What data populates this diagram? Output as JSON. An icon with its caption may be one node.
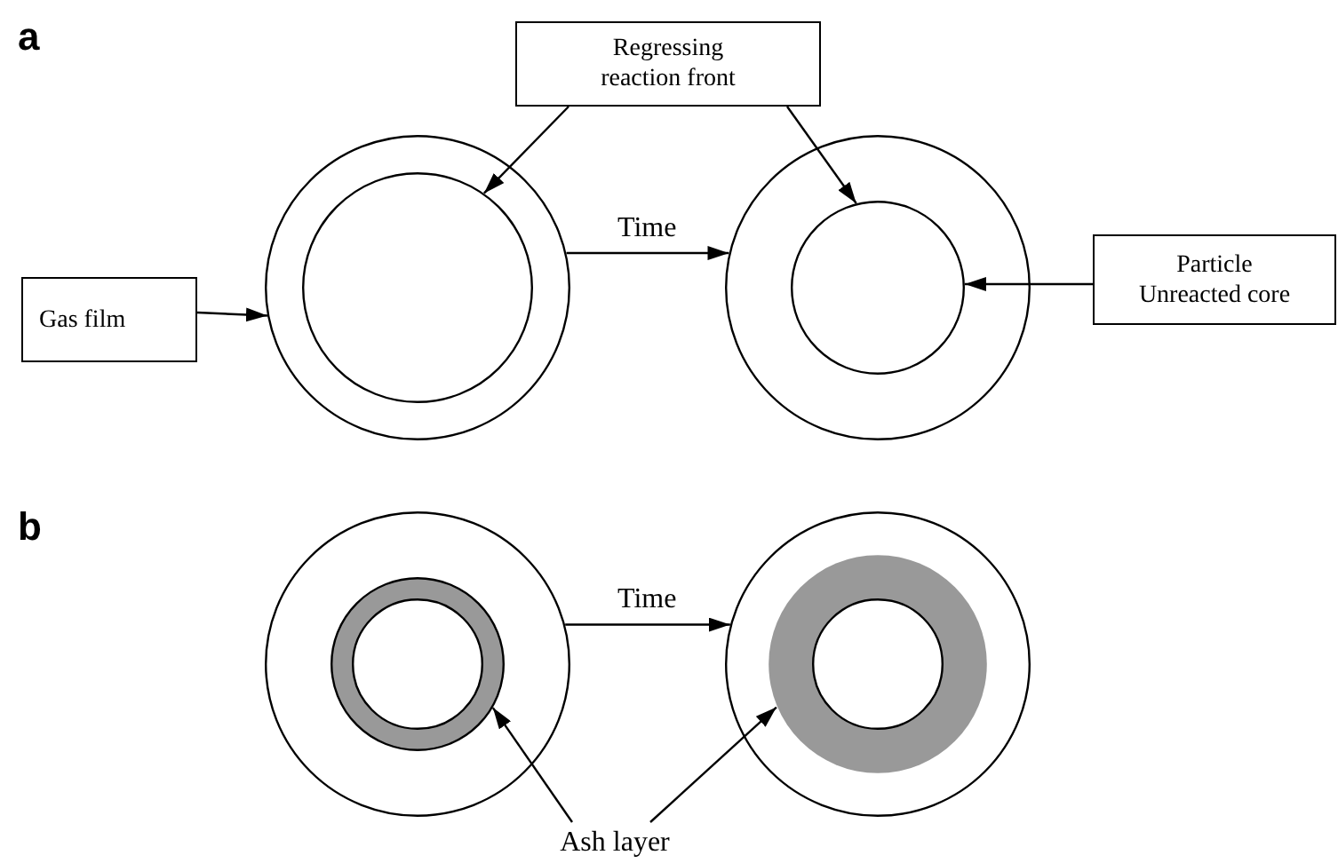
{
  "diagram": {
    "nodes": [
      {
        "text": [
          "Regressing reaction front"
        ]
      },
      {
        "text": [
          "Gas film"
        ]
      },
      {
        "text": [],
        "shape": "circle"
      },
      {
        "text": [],
        "shape": "circle",
        "in": 2
      },
      {
        "text": [],
        "shape": "circle"
      },
      {
        "text": [],
        "shape": "circle",
        "in": 4
      },
      {
        "text": [
          "Particle",
          "Unreacted core"
        ]
      },
      {
        "text": [],
        "shape": "circle"
      },
      {
        "text": [],
        "shape": "circle",
        "in": 7
      },
      {
        "text": [],
        "shape": "circle",
        "in": 8
      },
      {
        "text": [],
        "shape": "circle"
      },
      {
        "text": [],
        "shape": "circle",
        "in": 10
      },
      {
        "text": [],
        "shape": "circle",
        "in": 11
      },
      {
        "text": [
          "Ash layer"
        ]
      }
    ],
    "edges": [
      {
        "from": 0,
        "to": 3,
        "arrow": "to"
      },
      {
        "from": 0,
        "to": 5,
        "arrow": "to"
      },
      {
        "from": 1,
        "to": 2,
        "arrow": "to"
      },
      {
        "from": 6,
        "to": 5,
        "arrow": "to"
      },
      {
        "from": 2,
        "to": 4,
        "arrow": "to",
        "label": "Time"
      },
      {
        "from": 7,
        "to": 10,
        "arrow": "to",
        "label": "Time"
      },
      {
        "from": 13,
        "to": 8,
        "arrow": "to"
      },
      {
        "from": 13,
        "to": 11,
        "arrow": "to"
      }
    ],
    "labels": [
      "a",
      "b"
    ]
  }
}
